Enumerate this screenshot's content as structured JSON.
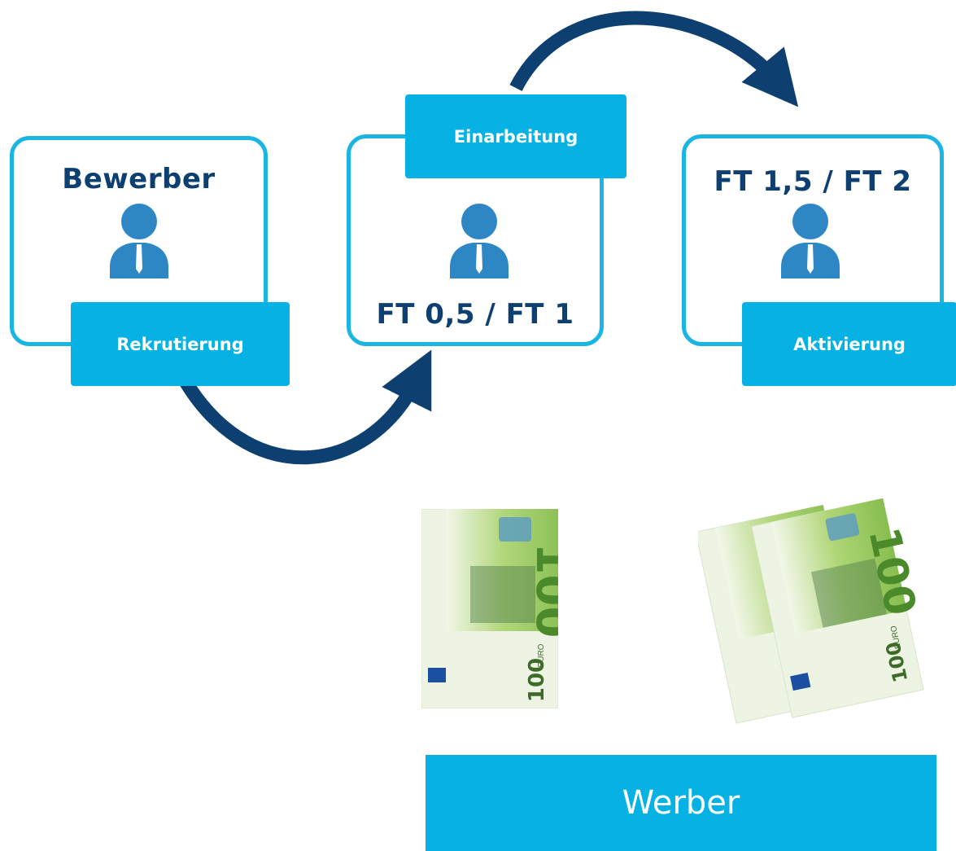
{
  "stages": {
    "bewerber": {
      "title": "Bewerber",
      "tag": "Rekrutierung"
    },
    "ft1": {
      "title": "FT 0,5 / FT 1",
      "tag": "Einarbeitung"
    },
    "ft2": {
      "title": "FT 1,5 / FT 2",
      "tag": "Aktivierung"
    }
  },
  "bills": {
    "denomination": "100",
    "currency": "EURO"
  },
  "footer": {
    "label": "Werber"
  },
  "colors": {
    "card_border": "#1ab5e3",
    "tag_bg": "#05b2e3",
    "title_text": "#0d4071",
    "arrow": "#0d4071"
  }
}
